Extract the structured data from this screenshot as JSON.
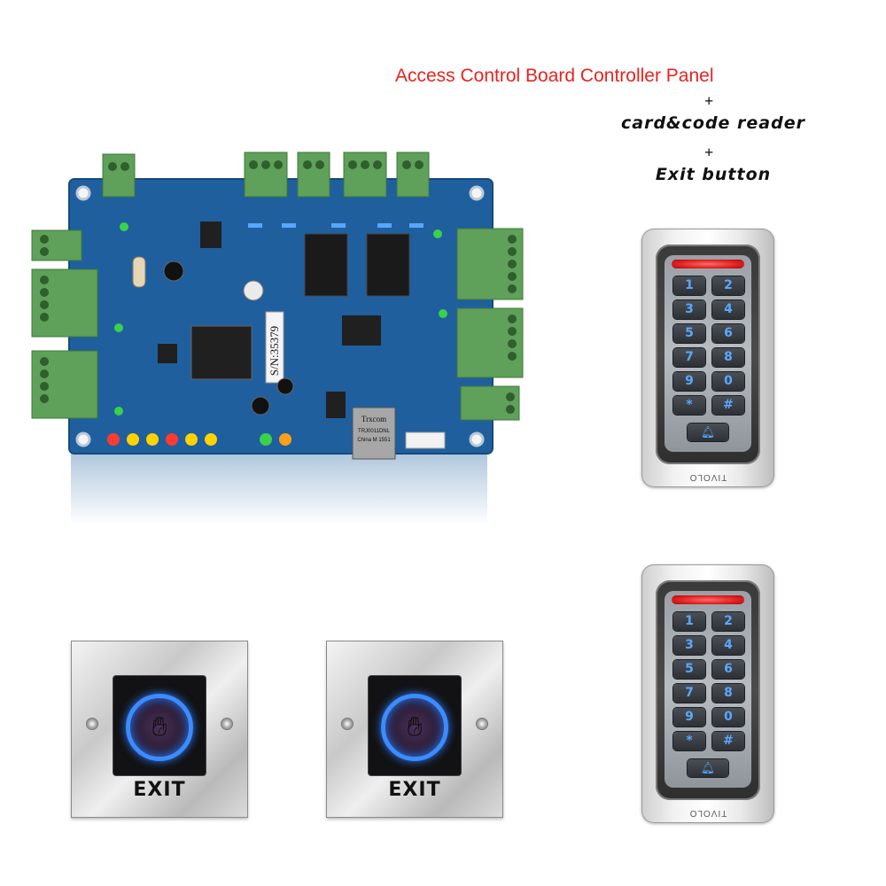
{
  "title": {
    "line1": "Access Control Board  Controller Panel",
    "plus1": "+",
    "line2": "card&code reader",
    "plus2": "+",
    "line3": "Exit button"
  },
  "board": {
    "serial_label": "S/N:35379",
    "ethernet_brand": "Trxcom",
    "ethernet_model": "TRJ0011DNL",
    "ethernet_origin": "China M 1551",
    "colors": {
      "pcb": "#1f5f9e",
      "terminal": "#5fa05a",
      "accent_red": "#e8231e"
    }
  },
  "readers": [
    {
      "keys": [
        "1",
        "2",
        "3",
        "4",
        "5",
        "6",
        "7",
        "8",
        "9",
        "0",
        "*",
        "#"
      ],
      "bell_icon": "bell-icon",
      "brand": "TIVOLO"
    },
    {
      "keys": [
        "1",
        "2",
        "3",
        "4",
        "5",
        "6",
        "7",
        "8",
        "9",
        "0",
        "*",
        "#"
      ],
      "bell_icon": "bell-icon",
      "brand": "TIVOLO"
    }
  ],
  "exit_buttons": [
    {
      "label": "EXIT",
      "icon": "hand-icon"
    },
    {
      "label": "EXIT",
      "icon": "hand-icon"
    }
  ]
}
